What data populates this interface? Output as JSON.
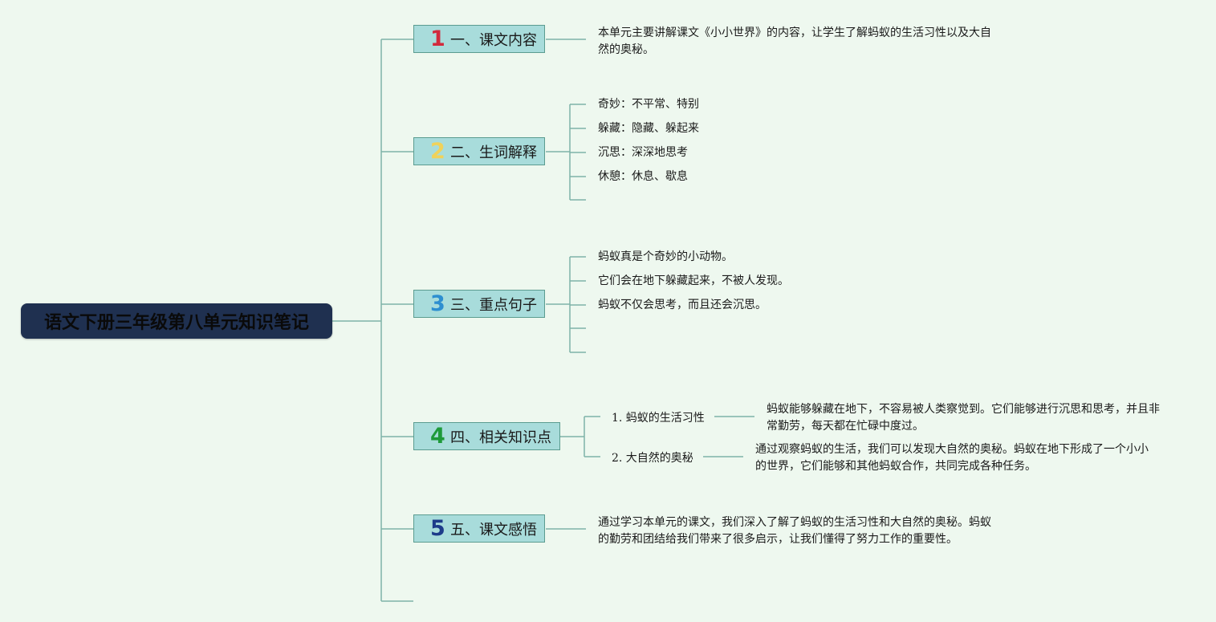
{
  "root": {
    "title": "语文下册三年级第八单元知识笔记"
  },
  "colors": {
    "background": "#eef8ef",
    "line": "#7fb3a8",
    "branch_fill": "#a8dcdb",
    "branch_border": "#5b9c90",
    "root_fill": "#1f3050"
  },
  "branches": [
    {
      "num": "1",
      "num_color": "#d22a3c",
      "label": "一、课文内容",
      "text_lines": [
        "本单元主要讲解课文《小小世界》的内容，让学生了解蚂蚁的生活习性以及大自",
        "然的奥秘。"
      ]
    },
    {
      "num": "2",
      "num_color": "#f0d25a",
      "label": "二、生词解释",
      "leaves": [
        "奇妙：不平常、特别",
        "躲藏：隐藏、躲起来",
        "沉思：深深地思考",
        "休憩：休息、歇息"
      ]
    },
    {
      "num": "3",
      "num_color": "#2d8fd0",
      "label": "三、重点句子",
      "leaves": [
        "蚂蚁真是个奇妙的小动物。",
        "它们会在地下躲藏起来，不被人发现。",
        "蚂蚁不仅会思考，而且还会沉思。"
      ]
    },
    {
      "num": "4",
      "num_color": "#1e9a3a",
      "label": "四、相关知识点",
      "subs": [
        {
          "label": "1. 蚂蚁的生活习性",
          "text_lines": [
            "蚂蚁能够躲藏在地下，不容易被人类察觉到。它们能够进行沉思和思考，并且非",
            "常勤劳，每天都在忙碌中度过。"
          ]
        },
        {
          "label": "2. 大自然的奥秘",
          "text_lines": [
            "通过观察蚂蚁的生活，我们可以发现大自然的奥秘。蚂蚁在地下形成了一个小小",
            "的世界，它们能够和其他蚂蚁合作，共同完成各种任务。"
          ]
        }
      ]
    },
    {
      "num": "5",
      "num_color": "#1d3c8a",
      "label": "五、课文感悟",
      "text_lines": [
        "通过学习本单元的课文，我们深入了解了蚂蚁的生活习性和大自然的奥秘。蚂蚁",
        "的勤劳和团结给我们带来了很多启示，让我们懂得了努力工作的重要性。"
      ]
    }
  ]
}
